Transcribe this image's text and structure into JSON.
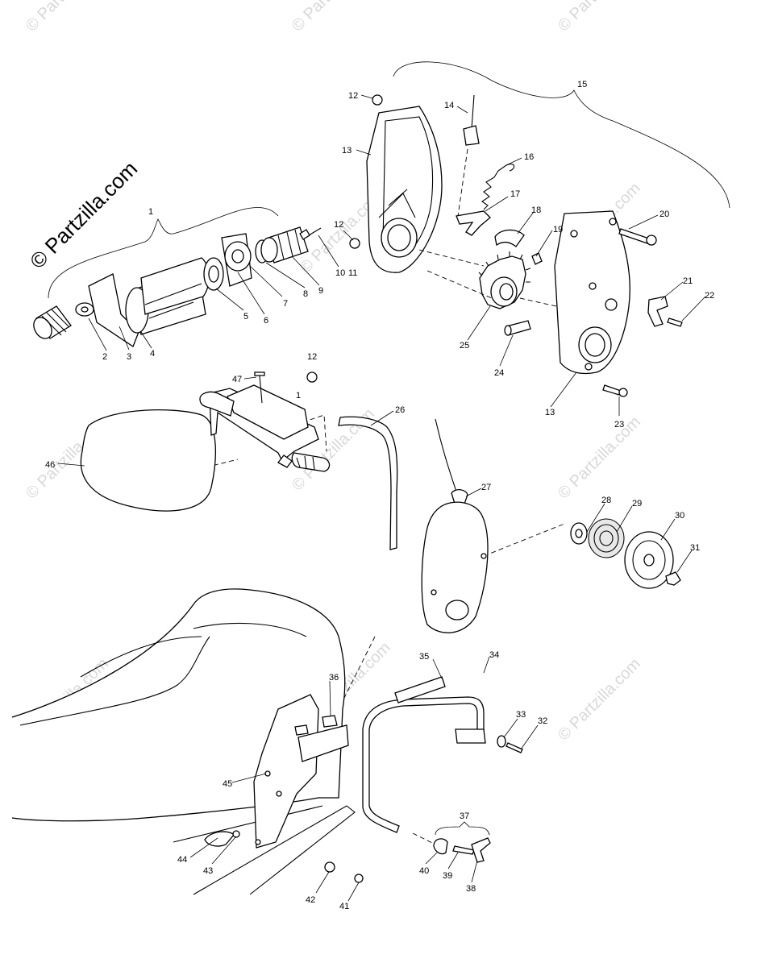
{
  "brand": "© Partzilla.com",
  "watermark": "© Partzilla.com",
  "callouts": [
    {
      "id": "1a",
      "label": "1"
    },
    {
      "id": "1b",
      "label": "1"
    },
    {
      "id": "2",
      "label": "2"
    },
    {
      "id": "3",
      "label": "3"
    },
    {
      "id": "4",
      "label": "4"
    },
    {
      "id": "5",
      "label": "5"
    },
    {
      "id": "6",
      "label": "6"
    },
    {
      "id": "7",
      "label": "7"
    },
    {
      "id": "8",
      "label": "8"
    },
    {
      "id": "9",
      "label": "9"
    },
    {
      "id": "10",
      "label": "10"
    },
    {
      "id": "11",
      "label": "11"
    },
    {
      "id": "12a",
      "label": "12"
    },
    {
      "id": "12b",
      "label": "12"
    },
    {
      "id": "12c",
      "label": "12"
    },
    {
      "id": "13a",
      "label": "13"
    },
    {
      "id": "13b",
      "label": "13"
    },
    {
      "id": "14",
      "label": "14"
    },
    {
      "id": "15",
      "label": "15"
    },
    {
      "id": "16",
      "label": "16"
    },
    {
      "id": "17",
      "label": "17"
    },
    {
      "id": "18",
      "label": "18"
    },
    {
      "id": "19",
      "label": "19"
    },
    {
      "id": "20",
      "label": "20"
    },
    {
      "id": "21",
      "label": "21"
    },
    {
      "id": "22",
      "label": "22"
    },
    {
      "id": "23",
      "label": "23"
    },
    {
      "id": "24",
      "label": "24"
    },
    {
      "id": "25",
      "label": "25"
    },
    {
      "id": "26",
      "label": "26"
    },
    {
      "id": "27",
      "label": "27"
    },
    {
      "id": "28",
      "label": "28"
    },
    {
      "id": "29",
      "label": "29"
    },
    {
      "id": "30",
      "label": "30"
    },
    {
      "id": "31",
      "label": "31"
    },
    {
      "id": "32",
      "label": "32"
    },
    {
      "id": "33",
      "label": "33"
    },
    {
      "id": "34",
      "label": "34"
    },
    {
      "id": "35",
      "label": "35"
    },
    {
      "id": "36",
      "label": "36"
    },
    {
      "id": "37",
      "label": "37"
    },
    {
      "id": "38",
      "label": "38"
    },
    {
      "id": "39",
      "label": "39"
    },
    {
      "id": "40",
      "label": "40"
    },
    {
      "id": "41",
      "label": "41"
    },
    {
      "id": "42",
      "label": "42"
    },
    {
      "id": "43",
      "label": "43"
    },
    {
      "id": "44",
      "label": "44"
    },
    {
      "id": "45",
      "label": "45"
    },
    {
      "id": "46",
      "label": "46"
    },
    {
      "id": "47",
      "label": "47"
    }
  ]
}
